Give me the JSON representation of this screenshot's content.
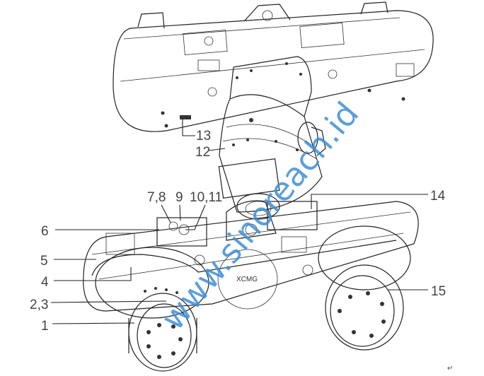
{
  "diagram": {
    "callouts": [
      {
        "id": "13",
        "label": "13"
      },
      {
        "id": "12",
        "label": "12"
      },
      {
        "id": "7-8",
        "label": "7,8"
      },
      {
        "id": "9",
        "label": "9"
      },
      {
        "id": "10-11",
        "label": "10,11"
      },
      {
        "id": "14",
        "label": "14"
      },
      {
        "id": "6",
        "label": "6"
      },
      {
        "id": "5",
        "label": "5"
      },
      {
        "id": "4",
        "label": "4"
      },
      {
        "id": "2-3",
        "label": "2,3"
      },
      {
        "id": "1",
        "label": "1"
      },
      {
        "id": "15",
        "label": "15"
      }
    ],
    "nameplate_text": "XCMG",
    "return_mark": "↵"
  },
  "watermark": {
    "text": "www.sinoreach.id",
    "color": "#3d8fd6"
  }
}
